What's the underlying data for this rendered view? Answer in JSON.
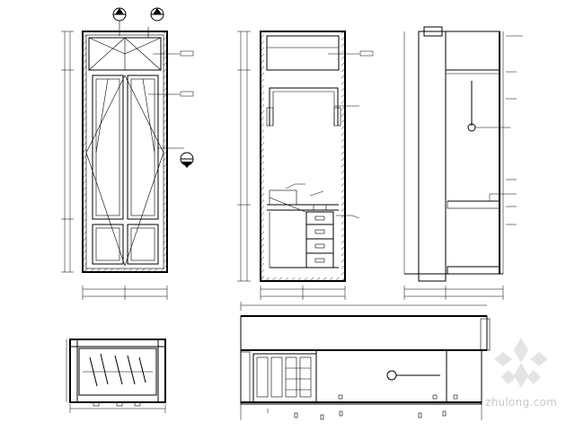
{
  "watermark": {
    "text": "zhulong.com",
    "color": "#c8c8c8"
  },
  "drawing": {
    "line_color": "#000000",
    "background": "#ffffff",
    "views": [
      "front-elevation-left",
      "front-elevation-middle",
      "side-section-right",
      "plan-view-bottom-left",
      "long-elevation-bottom-right"
    ]
  }
}
